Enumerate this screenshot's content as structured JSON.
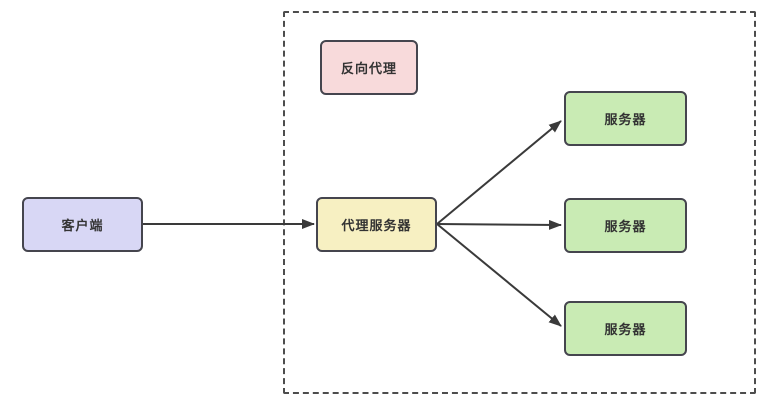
{
  "diagram": {
    "boundary": {
      "description_label": ""
    },
    "nodes": {
      "client": {
        "label": "客户端"
      },
      "reverse_proxy_label": {
        "label": "反向代理"
      },
      "proxy_server": {
        "label": "代理服务器"
      }
    },
    "servers": [
      {
        "label": "服务器"
      },
      {
        "label": "服务器"
      },
      {
        "label": "服务器"
      }
    ],
    "colors": {
      "client_fill": "#d8d7f5",
      "label_fill": "#f8dadb",
      "proxy_fill": "#f7f0c2",
      "server_fill": "#c9ebb4",
      "node_stroke": "#45454e",
      "boundary_stroke": "#4d4d4d",
      "arrow_stroke": "#3a3a3a",
      "text": "#333333",
      "background": "#ffffff"
    }
  }
}
